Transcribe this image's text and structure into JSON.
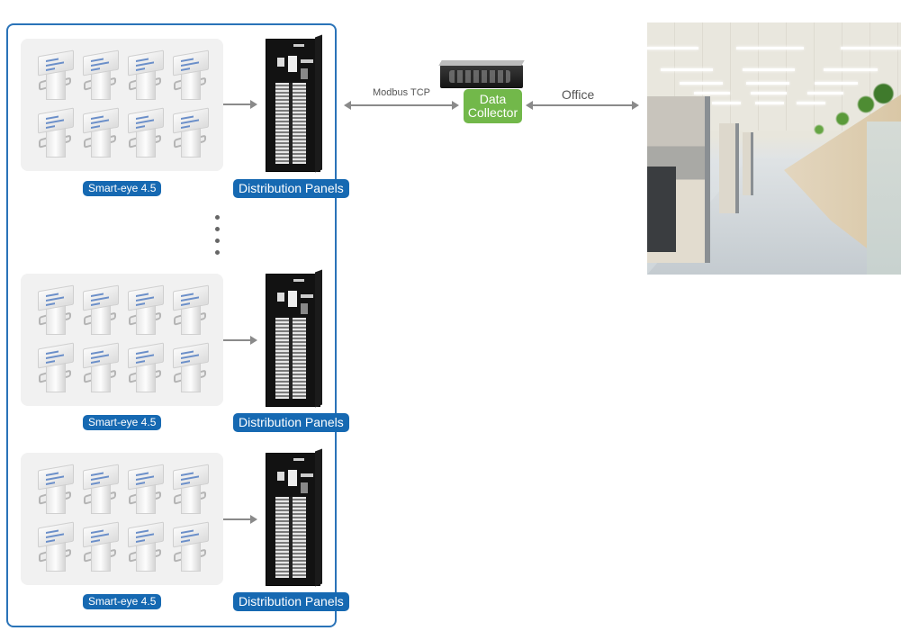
{
  "diagram": {
    "site_groups": [
      {
        "device_label": "Smart-eye 4.5",
        "panel_label": "Distribution Panels"
      },
      {
        "device_label": "Smart-eye 4.5",
        "panel_label": "Distribution Panels"
      },
      {
        "device_label": "Smart-eye 4.5",
        "panel_label": "Distribution Panels"
      }
    ],
    "sensors_per_group": 8,
    "ellipsis_dots": 4,
    "connections": {
      "panel_to_collector": "Modbus TCP",
      "collector_to_office": "Office"
    },
    "collector": {
      "line1": "Data",
      "line2": "Collector"
    },
    "colors": {
      "frame_blue": "#2a73b8",
      "pill_blue": "#1669b2",
      "collector_green": "#72b84a",
      "arrow_gray": "#8a8a8a"
    },
    "office_image": "office-cubicle-corridor-photo"
  }
}
